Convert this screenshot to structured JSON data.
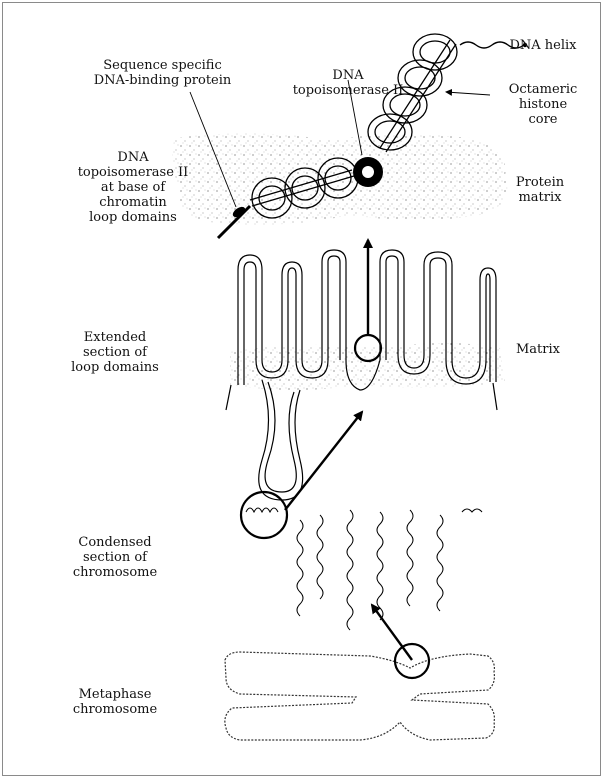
{
  "labels": {
    "dna_helix": "DNA helix",
    "octameric_core": "Octameric\nhistone\ncore",
    "sequence_protein": "Sequence specific\nDNA-binding protein",
    "topo_top": "DNA\ntopoisomerase II",
    "topo_base": "DNA\ntopoisomerase II\nat base of\nchromatin\nloop domains",
    "protein_matrix": "Protein\nmatrix",
    "extended": "Extended\nsection of\nloop domains",
    "matrix": "Matrix",
    "condensed": "Condensed\nsection of\nchromosome",
    "metaphase": "Metaphase\nchromosome"
  }
}
